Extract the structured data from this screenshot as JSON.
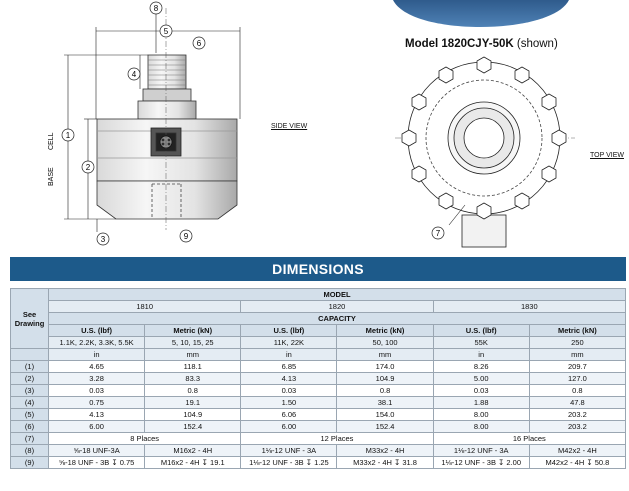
{
  "drawing": {
    "model_caption_bold": "Model 1820CJY-50K",
    "model_caption_rest": "(shown)",
    "side_view_label": "SIDE VIEW",
    "top_view_label": "TOP VIEW",
    "cell_label": "CELL",
    "base_label": "BASE",
    "callouts": [
      "1",
      "2",
      "3",
      "4",
      "5",
      "6",
      "7",
      "8",
      "9"
    ]
  },
  "banner": "DIMENSIONS",
  "table": {
    "see_drawing": "See Drawing",
    "model_header": "MODEL",
    "models": [
      "1810",
      "1820",
      "1830"
    ],
    "capacity_header": "CAPACITY",
    "unit_headers": [
      "U.S. (lbf)",
      "Metric (kN)",
      "U.S. (lbf)",
      "Metric (kN)",
      "U.S. (lbf)",
      "Metric (kN)"
    ],
    "capacities": [
      "1.1K, 2.2K, 3.3K, 5.5K",
      "5, 10, 15, 25",
      "11K, 22K",
      "50, 100",
      "55K",
      "250"
    ],
    "dim_units": [
      "in",
      "mm",
      "in",
      "mm",
      "in",
      "mm"
    ],
    "rows": [
      {
        "label": "(1)",
        "cells": [
          "4.65",
          "118.1",
          "6.85",
          "174.0",
          "8.26",
          "209.7"
        ]
      },
      {
        "label": "(2)",
        "cells": [
          "3.28",
          "83.3",
          "4.13",
          "104.9",
          "5.00",
          "127.0"
        ]
      },
      {
        "label": "(3)",
        "cells": [
          "0.03",
          "0.8",
          "0.03",
          "0.8",
          "0.03",
          "0.8"
        ]
      },
      {
        "label": "(4)",
        "cells": [
          "0.75",
          "19.1",
          "1.50",
          "38.1",
          "1.88",
          "47.8"
        ]
      },
      {
        "label": "(5)",
        "cells": [
          "4.13",
          "104.9",
          "6.06",
          "154.0",
          "8.00",
          "203.2"
        ]
      },
      {
        "label": "(6)",
        "cells": [
          "6.00",
          "152.4",
          "6.00",
          "152.4",
          "8.00",
          "203.2"
        ]
      }
    ],
    "row7": {
      "label": "(7)",
      "cells": [
        "8 Places",
        "12 Places",
        "16 Places"
      ]
    },
    "row8": {
      "label": "(8)",
      "cells": [
        "⅝-18 UNF-3A",
        "M16x2 - 4H",
        "1⅛-12 UNF - 3A",
        "M33x2 - 4H",
        "1⅛-12 UNF - 3A",
        "M42x2 - 4H"
      ]
    },
    "row9": {
      "label": "(9)",
      "cells": [
        "⅝-18 UNF - 3B ↧ 0.75",
        "M16x2 - 4H ↧ 19.1",
        "1⅛-12 UNF - 3B ↧ 1.25",
        "M33x2 - 4H ↧ 31.8",
        "1⅛-12 UNF - 3B ↧ 2.00",
        "M42x2 - 4H ↧ 50.8"
      ]
    }
  }
}
